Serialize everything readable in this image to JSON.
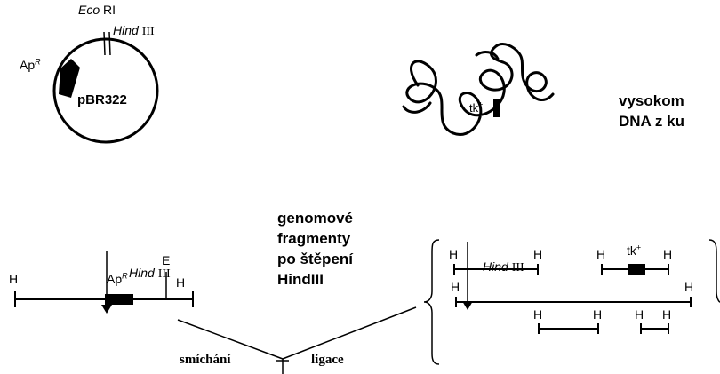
{
  "plasmid": {
    "name": "pBR322",
    "marker": "Ap",
    "marker_sup": "R",
    "site1_enzyme": "Eco",
    "site1_suffix": "RI",
    "site2_enzyme": "Hind",
    "site2_suffix": "III"
  },
  "genome": {
    "gene": "tk",
    "gene_sup": "+"
  },
  "digest": {
    "enzyme": "Hind",
    "suffix": "III"
  },
  "linear_vector": {
    "left_site": "H",
    "right_site": "H",
    "ecori_site": "E",
    "marker": "Ap",
    "marker_sup": "R"
  },
  "fragments": {
    "site_label": "H",
    "gene": "tk",
    "gene_sup": "+"
  },
  "captions": {
    "high_mw_line1": "vysokom",
    "high_mw_line2": "DNA z ku",
    "fragments_line1": "genomové",
    "fragments_line2": "fragmenty",
    "fragments_line3": "po štěpení",
    "fragments_line4": "HindIII"
  },
  "steps": {
    "mixing": "smíchání",
    "ligation": "ligace"
  }
}
